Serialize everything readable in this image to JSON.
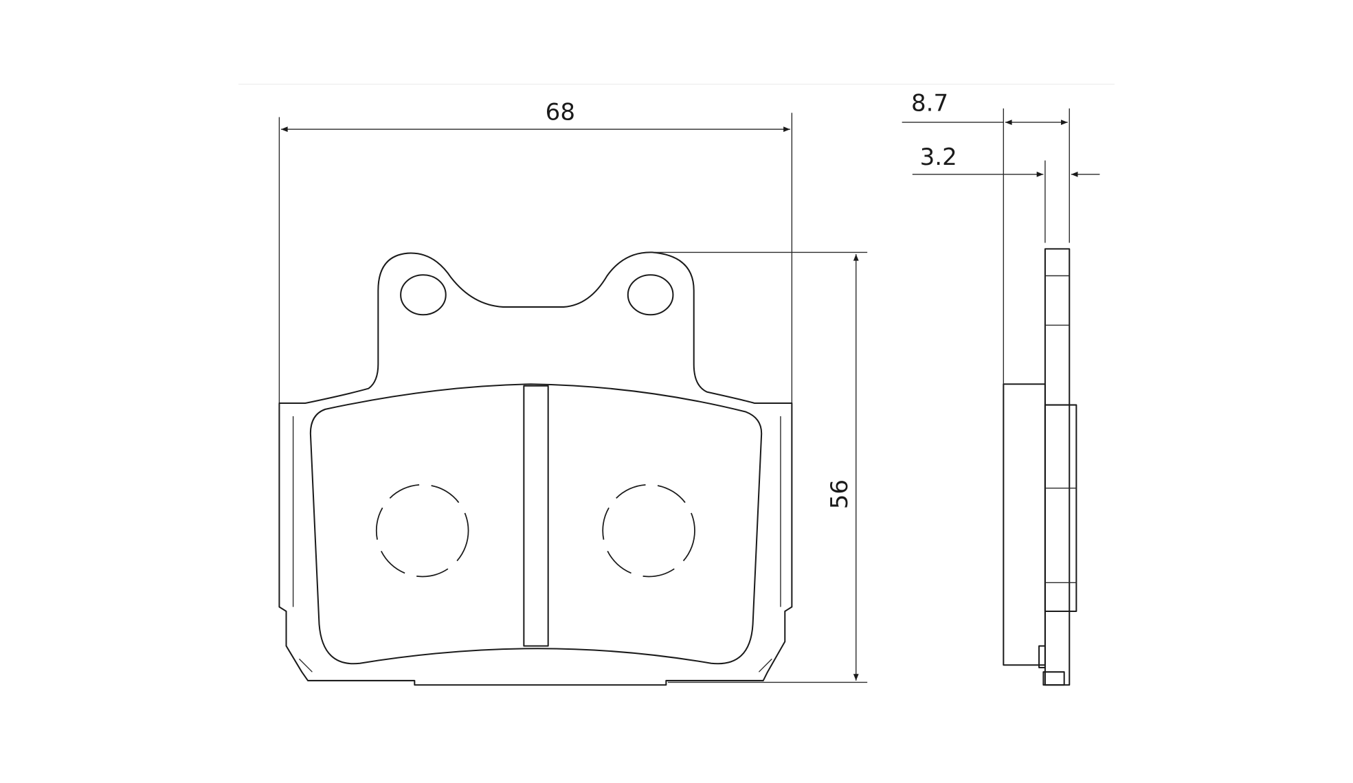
{
  "dimensions": {
    "width": "68",
    "height": "56",
    "total_thickness": "8.7",
    "plate_thickness": "3.2"
  },
  "colors": {
    "line": "#1a1a1a",
    "background": "#ffffff"
  }
}
